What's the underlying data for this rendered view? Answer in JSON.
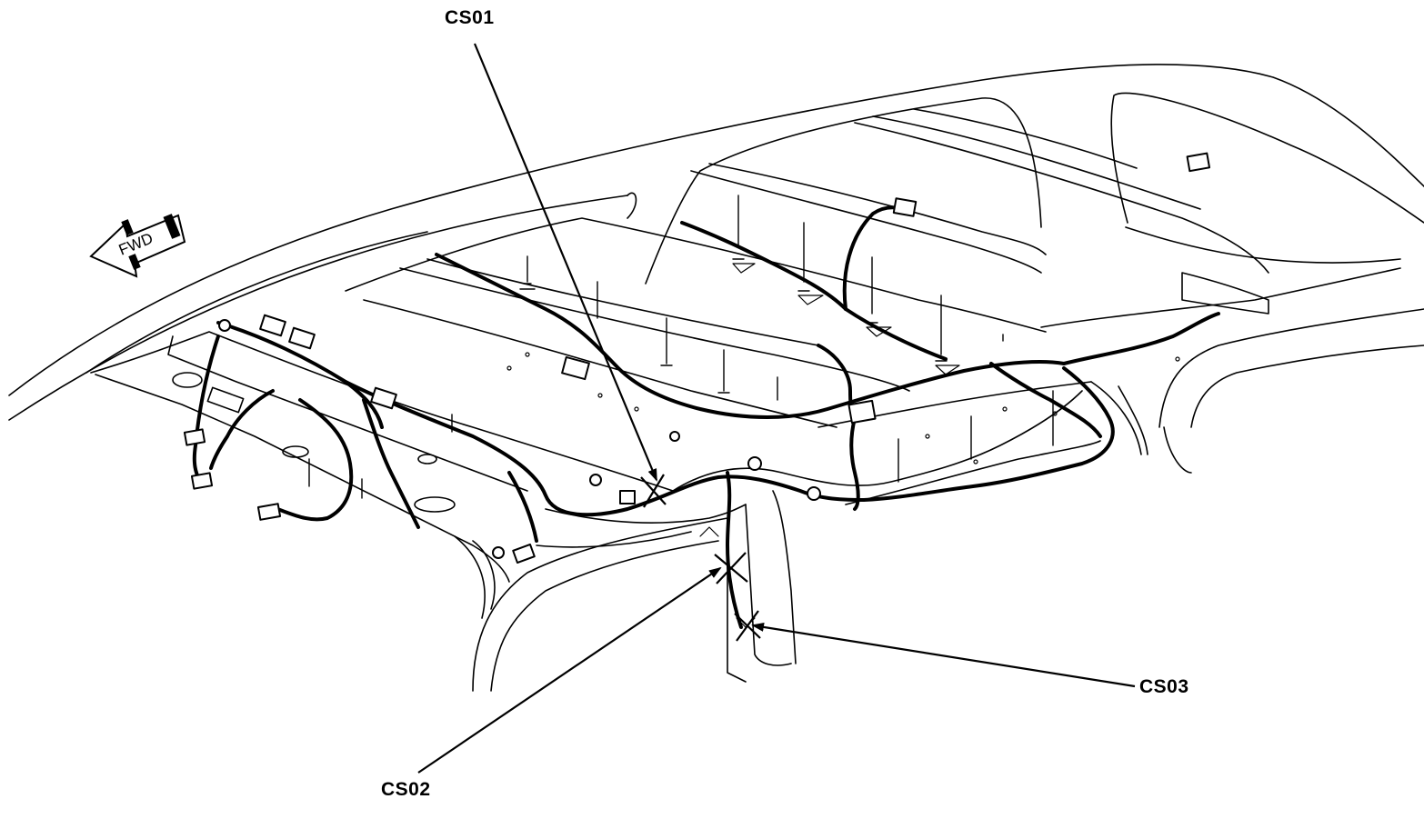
{
  "callouts": {
    "cs01": "CS01",
    "cs02": "CS02",
    "cs03": "CS03"
  },
  "direction_indicator": {
    "label": "FWD"
  },
  "colors": {
    "line": "#000000",
    "background": "#ffffff"
  }
}
